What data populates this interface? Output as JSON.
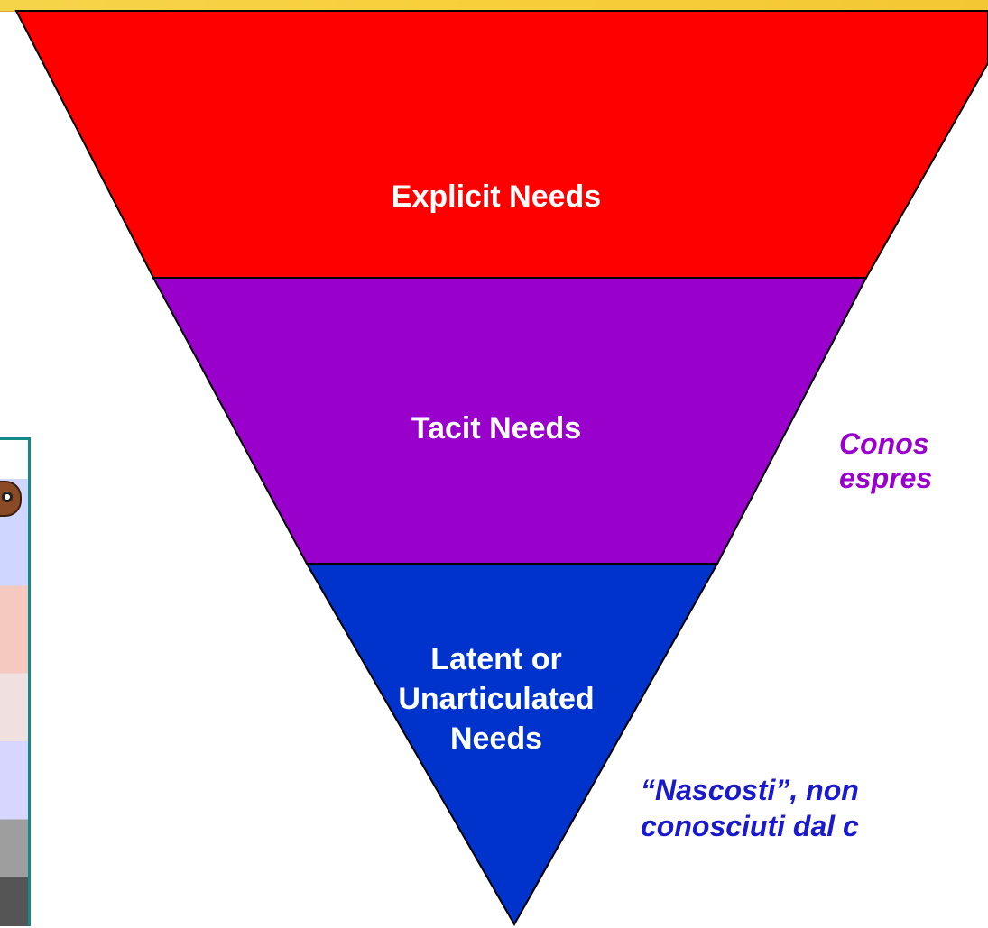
{
  "diagram": {
    "layers": [
      {
        "label_lines": [
          "Explicit Needs"
        ],
        "color": "#ff0000"
      },
      {
        "label_lines": [
          "Tacit Needs"
        ],
        "color": "#9900cc"
      },
      {
        "label_lines": [
          "Latent or",
          "Unarticulated",
          "Needs"
        ],
        "color": "#0033cc"
      }
    ],
    "notes": [
      {
        "lines": [
          "Conos",
          "espres"
        ],
        "color": "#9900cc"
      },
      {
        "lines": [
          "“Nascosti”, non",
          "conosciuti dal c"
        ],
        "color": "#1a1acc"
      }
    ]
  },
  "decor": {
    "top_band_color": "#f6d44a",
    "frame_color": "#128a8a",
    "left_icon": "owl-icon"
  }
}
